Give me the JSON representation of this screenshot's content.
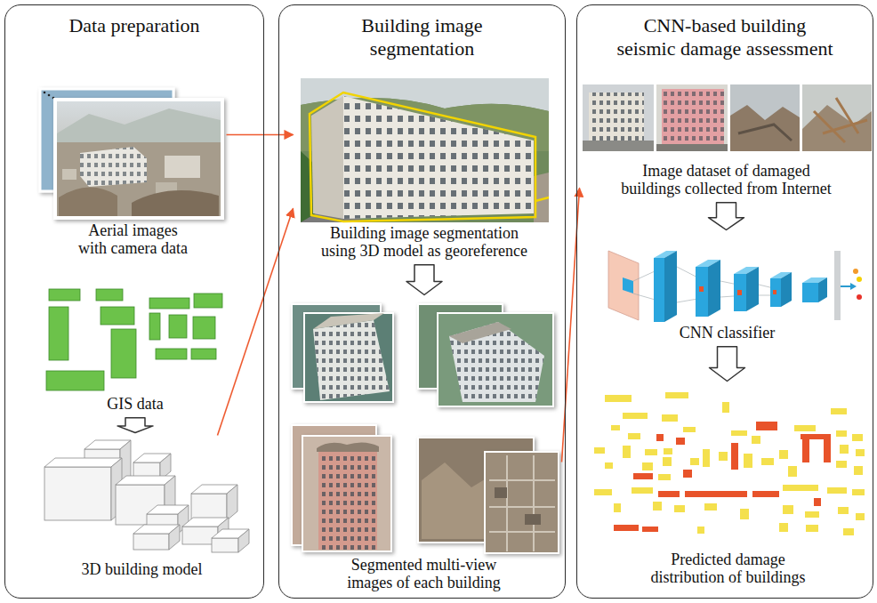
{
  "diagram": {
    "nodes": [
      {
        "text": [
          "Data preparation"
        ]
      },
      {
        "text": [
          "Aerial images with camera data"
        ],
        "in": 0
      },
      {
        "text": [
          "GIS data"
        ],
        "in": 0
      },
      {
        "text": [
          "3D building model"
        ],
        "in": 0
      },
      {
        "text": [
          "Building image segmentation"
        ]
      },
      {
        "text": [
          "Building image segmentation using 3D model as georeference"
        ],
        "in": 4
      },
      {
        "text": [
          "Segmented multi-view images of each building"
        ],
        "in": 4
      },
      {
        "text": [
          "CNN-based building seismic damage assessment"
        ]
      },
      {
        "text": [
          "Image dataset of damaged buildings collected from Internet"
        ],
        "in": 7
      },
      {
        "text": [
          "CNN classifier"
        ],
        "in": 7
      },
      {
        "text": [
          "Predicted damage distribution of buildings"
        ],
        "in": 7
      }
    ],
    "edges": [
      {
        "from": 2,
        "to": 3,
        "arrow": "to"
      },
      {
        "from": 1,
        "to": 5,
        "arrow": "to"
      },
      {
        "from": 3,
        "to": 5,
        "arrow": "to"
      },
      {
        "from": 5,
        "to": 6,
        "arrow": "to"
      },
      {
        "from": 6,
        "to": 8,
        "arrow": "to"
      },
      {
        "from": 8,
        "to": 9,
        "arrow": "to"
      },
      {
        "from": 9,
        "to": 10,
        "arrow": "to"
      }
    ]
  }
}
